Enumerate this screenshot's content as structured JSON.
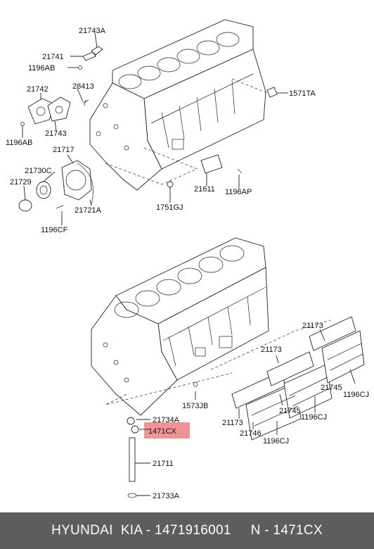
{
  "colors": {
    "highlight": "#f08080",
    "footer_bg": "#5d5d5d",
    "footer_text": "#ffffff",
    "line": "#222222"
  },
  "labels": {
    "p21743A": "21743A",
    "p21741": "21741",
    "p1196AB_top": "1196AB",
    "p21742": "21742",
    "p28413": "28413",
    "p1571TA": "1571TA",
    "p21743": "21743",
    "p1196AB_left": "1196AB",
    "p21717": "21717",
    "p21730C": "21730C",
    "p21729": "21729",
    "p21611": "21611",
    "p1196AP": "1196AP",
    "p21721A": "21721A",
    "p1751GJ": "1751GJ",
    "p1196CF": "1196CF",
    "p21173_a": "21173",
    "p21173_b": "21173",
    "p21745_a": "21745",
    "p1196CJ_a": "1196CJ",
    "p1573JB": "1573JB",
    "p21745_b": "21745",
    "p21734A": "21734A",
    "p21173_c": "21173",
    "p21746": "21746",
    "p1196CJ_b": "1196CJ",
    "p1471CX": "1471CX",
    "p1196CJ_c": "1196CJ",
    "p21711": "21711",
    "p21733A": "21733A"
  },
  "footer": {
    "text": "HYUNDAI  KIA - 1471916001     N - 1471CX"
  }
}
